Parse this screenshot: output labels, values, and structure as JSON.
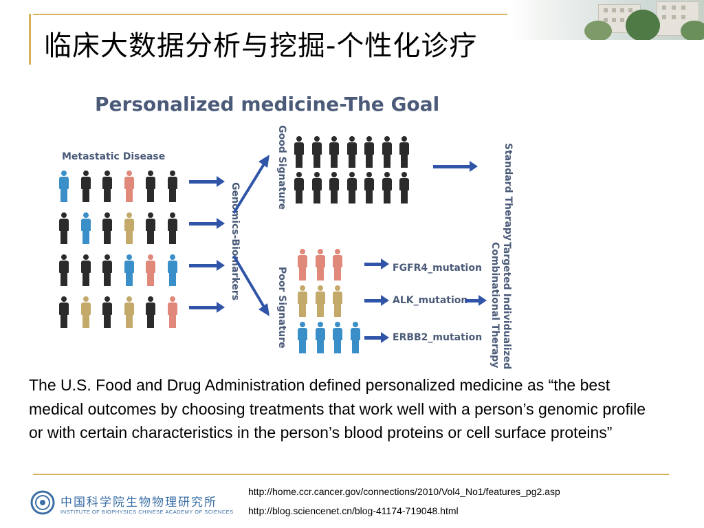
{
  "slide": {
    "title": "临床大数据分析与挖掘-个性化诊疗"
  },
  "figure": {
    "title": "Personalized medicine-The Goal",
    "metastatic_label": "Metastatic Disease",
    "genomics_label": "Genomics-Biomarkers",
    "good_signature": "Good Signature",
    "poor_signature": "Poor Signature",
    "standard_therapy": "Standard Therapy",
    "targeted_therapy_line1": "Targeted Individualized",
    "targeted_therapy_line2": "Combinational Therapy",
    "mutations": [
      "FGFR4_mutation",
      "ALK_mutation",
      "ERBB2_mutation"
    ],
    "colors": {
      "black": "#2b2b2b",
      "blue": "#3a8fc9",
      "salmon": "#e0887a",
      "tan": "#c3aa6a",
      "text": "#4a5a78",
      "arrow": "#2f54a8"
    },
    "metastatic_grid": [
      [
        "blue",
        "black",
        "black",
        "salmon",
        "black",
        "black"
      ],
      [
        "black",
        "blue",
        "black",
        "tan",
        "black",
        "black"
      ],
      [
        "black",
        "black",
        "black",
        "blue",
        "salmon",
        "blue"
      ],
      [
        "black",
        "tan",
        "black",
        "tan",
        "black",
        "salmon"
      ]
    ],
    "good_signature_rows": [
      [
        "black",
        "black",
        "black",
        "black",
        "black",
        "black",
        "black"
      ],
      [
        "black",
        "black",
        "black",
        "black",
        "black",
        "black",
        "black"
      ]
    ],
    "poor_signature_rows": [
      [
        "salmon",
        "salmon",
        "salmon"
      ],
      [
        "tan",
        "tan",
        "tan"
      ],
      [
        "blue",
        "blue",
        "blue",
        "blue"
      ]
    ]
  },
  "description": "The U.S. Food and Drug Administration defined personalized medicine as “the best medical outcomes by choosing treatments that work well with a person’s genomic profile or with certain characteristics in the person’s blood proteins or cell surface proteins”",
  "institute": {
    "name_cn": "中国科学院生物物理研究所",
    "name_en": "INSTITUTE OF BIOPHYSICS CHINESE ACADEMY OF SCIENCES"
  },
  "references": [
    "http://home.ccr.cancer.gov/connections/2010/Vol4_No1/features_pg2.asp",
    "http://blog.sciencenet.cn/blog-41174-719048.html"
  ]
}
